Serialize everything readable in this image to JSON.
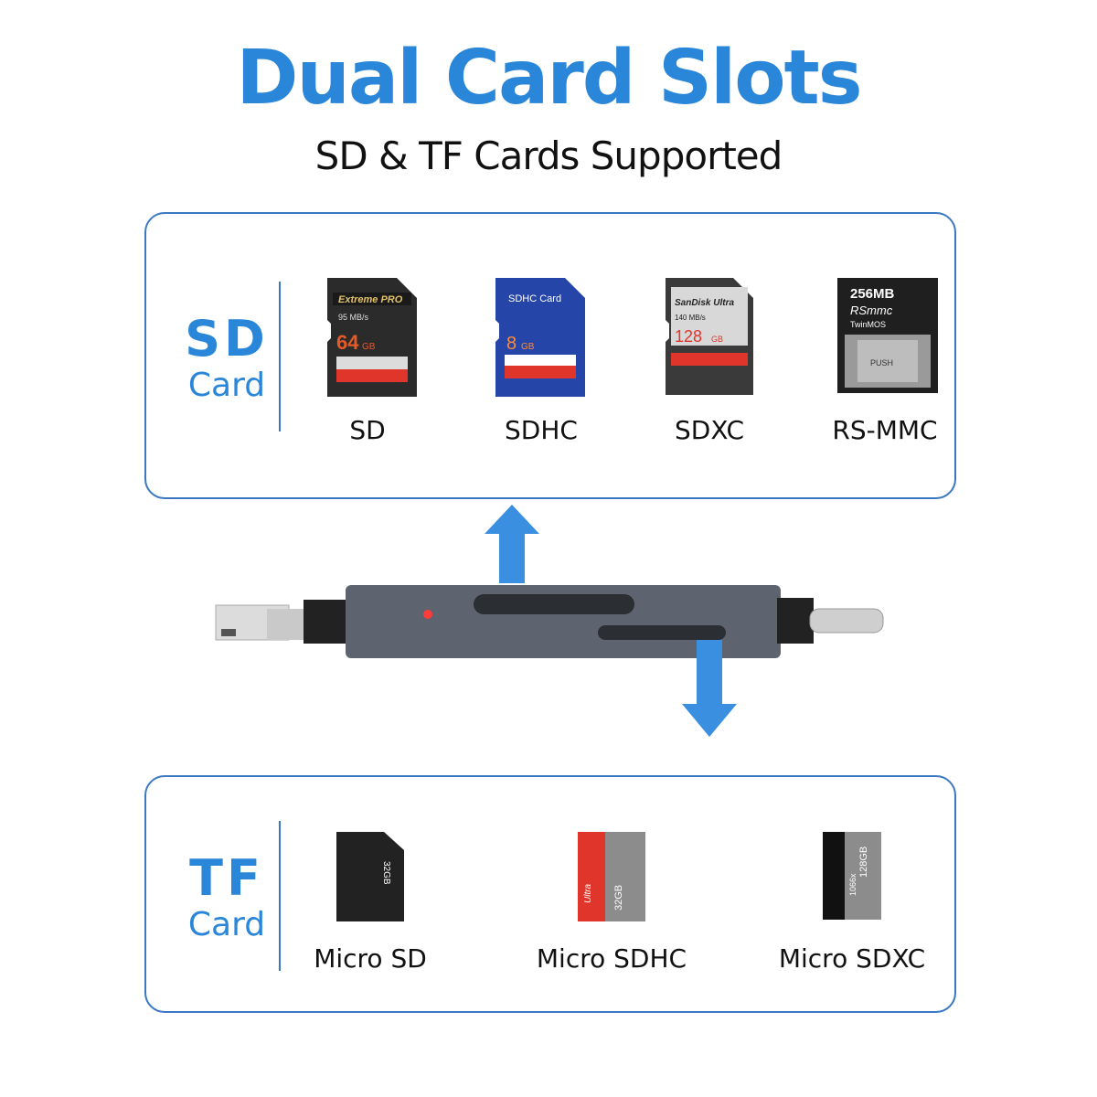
{
  "header": {
    "title": "Dual Card Slots",
    "subtitle": "SD & TF Cards Supported"
  },
  "sd_section": {
    "category_big": "SD",
    "category_small": "Card",
    "cards": [
      {
        "label": "SD",
        "brand": "Extreme PRO",
        "speed": "95 MB/s",
        "capacity": "64",
        "unit": "GB"
      },
      {
        "label": "SDHC",
        "brand": "SDHC Card",
        "capacity": "8",
        "unit": "GB"
      },
      {
        "label": "SDXC",
        "brand": "SanDisk Ultra",
        "speed": "140 MB/s",
        "capacity": "128",
        "unit": "GB"
      },
      {
        "label": "RS-MMC",
        "capacity": "256MB",
        "brand": "RSmmc",
        "maker": "TwinMOS",
        "push": "PUSH"
      }
    ]
  },
  "tf_section": {
    "category_big": "TF",
    "category_small": "Card",
    "cards": [
      {
        "label": "Micro SD",
        "capacity": "32GB"
      },
      {
        "label": "Micro SDHC",
        "brand": "Ultra",
        "capacity": "32GB"
      },
      {
        "label": "Micro SDXC",
        "capacity": "128GB",
        "speed": "1066x"
      }
    ]
  },
  "colors": {
    "accent": "#2a86d9",
    "border": "#3a78c2",
    "reader_body": "#5d6470",
    "led": "#ff3b3b"
  }
}
